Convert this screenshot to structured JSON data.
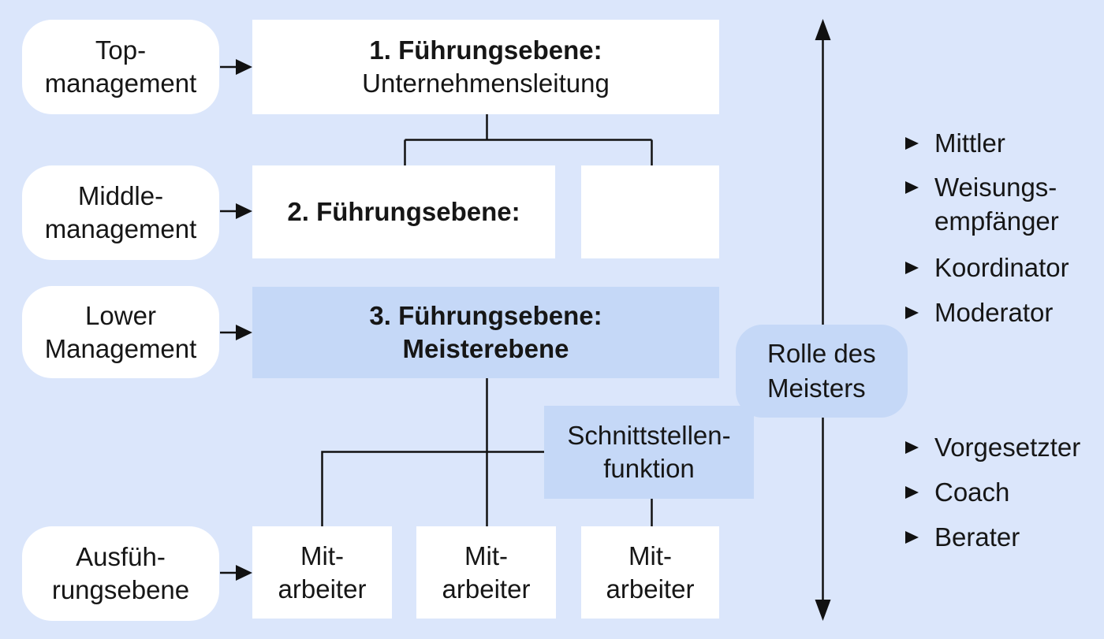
{
  "colors": {
    "background": "#dbe6fb",
    "highlight": "#c5d8f7",
    "box": "#ffffff",
    "line": "#111111",
    "text": "#161616"
  },
  "management_labels": [
    {
      "lines": [
        "Top-",
        "management"
      ]
    },
    {
      "lines": [
        "Middle-",
        "management"
      ]
    },
    {
      "lines": [
        "Lower",
        "Management"
      ]
    },
    {
      "lines": [
        "Ausfüh-",
        "rungsebene"
      ]
    }
  ],
  "levels": [
    {
      "title": "1. Führungsebene:",
      "subtitle": "Unternehmensleitung"
    },
    {
      "title": "2. Führungsebene:",
      "subtitle": ""
    },
    {
      "title": "3. Führungsebene:",
      "subtitle": "Meisterebene"
    }
  ],
  "interface_box": {
    "lines": [
      "Schnittstellen-",
      "funktion"
    ]
  },
  "employees": [
    {
      "lines": [
        "Mit-",
        "arbeiter"
      ]
    },
    {
      "lines": [
        "Mit-",
        "arbeiter"
      ]
    },
    {
      "lines": [
        "Mit-",
        "arbeiter"
      ]
    }
  ],
  "role_box": {
    "lines": [
      "Rolle des",
      "Meisters"
    ]
  },
  "roles_upper": [
    {
      "lines": [
        "Mittler"
      ]
    },
    {
      "lines": [
        "Weisungs-",
        "empfänger"
      ]
    },
    {
      "lines": [
        "Koordinator"
      ]
    },
    {
      "lines": [
        "Moderator"
      ]
    }
  ],
  "roles_lower": [
    {
      "lines": [
        "Vorgesetzter"
      ]
    },
    {
      "lines": [
        "Coach"
      ]
    },
    {
      "lines": [
        "Berater"
      ]
    }
  ]
}
